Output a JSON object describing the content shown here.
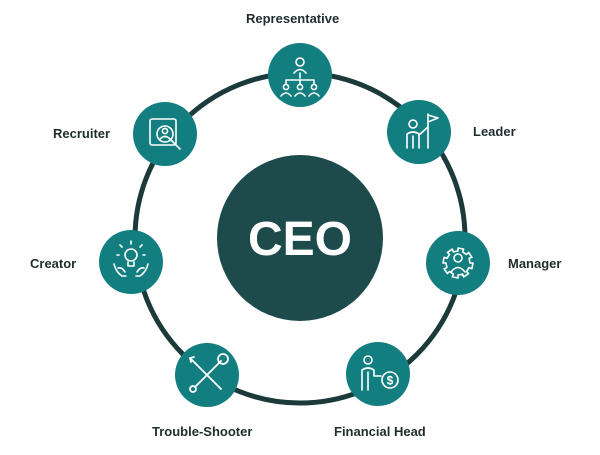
{
  "center": {
    "label": "CEO",
    "fill": "#1d4a4b",
    "text_color": "#ffffff"
  },
  "ring_color": "#1d3a3b",
  "node_fill": "#137e7f",
  "icon_color": "#ffffff",
  "roles": [
    {
      "label": "Representative",
      "icon": "team-hierarchy-icon"
    },
    {
      "label": "Leader",
      "icon": "person-flag-icon"
    },
    {
      "label": "Manager",
      "icon": "gear-person-icon"
    },
    {
      "label": "Financial Head",
      "icon": "person-dollar-icon"
    },
    {
      "label": "Trouble-Shooter",
      "icon": "wrench-screwdriver-icon"
    },
    {
      "label": "Creator",
      "icon": "hands-lightbulb-icon"
    },
    {
      "label": "Recruiter",
      "icon": "profile-search-icon"
    }
  ]
}
